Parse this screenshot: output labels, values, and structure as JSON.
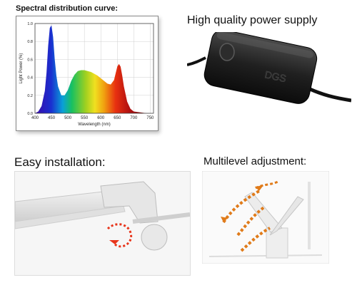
{
  "spectral": {
    "title": "Spectral distribution curve:"
  },
  "power": {
    "title": "High quality power supply",
    "brand": "DGS"
  },
  "installation": {
    "title": "Easy installation:"
  },
  "adjustment": {
    "title": "Multilevel adjustment:"
  },
  "chart_data": {
    "type": "area",
    "title": "",
    "xlabel": "Wavelength (nm)",
    "ylabel": "Light Power (%)",
    "xlim": [
      400,
      760
    ],
    "ylim": [
      0,
      1.0
    ],
    "xticks": [
      400,
      450,
      500,
      550,
      600,
      650,
      700,
      750
    ],
    "yticks": [
      0,
      0.2,
      0.4,
      0.6,
      0.8,
      1.0
    ],
    "grid": true,
    "x": [
      400,
      410,
      420,
      430,
      435,
      440,
      445,
      450,
      455,
      460,
      465,
      470,
      480,
      490,
      500,
      510,
      520,
      530,
      540,
      550,
      560,
      570,
      580,
      590,
      600,
      610,
      620,
      630,
      640,
      650,
      655,
      660,
      665,
      670,
      680,
      690,
      700,
      720,
      740,
      750
    ],
    "y": [
      0.0,
      0.02,
      0.08,
      0.25,
      0.45,
      0.75,
      0.95,
      0.98,
      0.85,
      0.6,
      0.42,
      0.3,
      0.2,
      0.2,
      0.26,
      0.36,
      0.43,
      0.47,
      0.48,
      0.48,
      0.47,
      0.46,
      0.44,
      0.42,
      0.39,
      0.36,
      0.33,
      0.32,
      0.37,
      0.52,
      0.55,
      0.52,
      0.42,
      0.3,
      0.13,
      0.05,
      0.02,
      0.01,
      0.0,
      0.0
    ]
  }
}
